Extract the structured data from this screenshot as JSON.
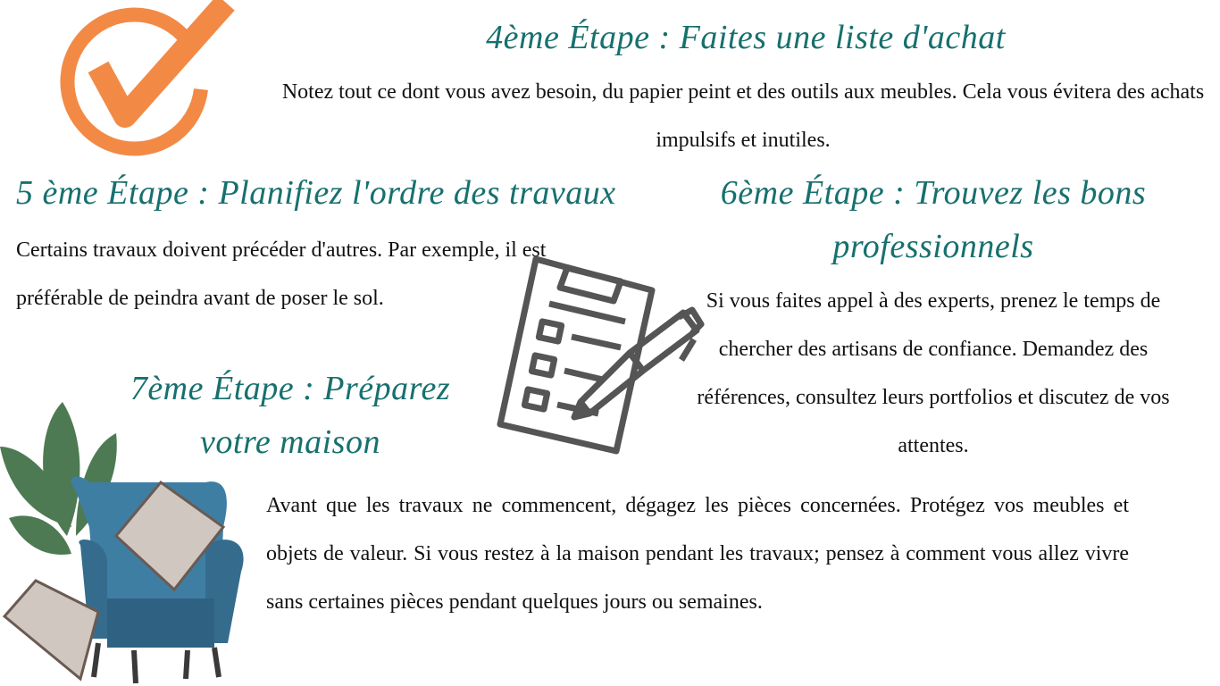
{
  "step4": {
    "title": "4ème Étape : Faites une liste d'achat",
    "text": "Notez tout ce dont vous avez besoin, du papier peint et des outils aux meubles. Cela vous évitera des achats impulsifs et inutiles."
  },
  "step5": {
    "title": "5 ème Étape : Planifiez l'ordre des travaux",
    "text": "Certains travaux doivent précéder d'autres. Par exemple, il est préférable de peindra avant de poser le sol."
  },
  "step6": {
    "title": "6ème Étape : Trouvez les bons professionnels",
    "text": "Si vous faites appel à des experts, prenez le temps de chercher des artisans de confiance. Demandez des références, consultez leurs portfolios et discutez de vos attentes."
  },
  "step7": {
    "title": "7ème Étape : Préparez votre maison",
    "text": "Avant que les travaux ne commencent, dégagez les pièces concernées. Protégez vos meubles et objets de valeur. Si vous restez à la maison pendant les travaux; pensez à comment vous allez vivre sans certaines pièces pendant quelques jours ou semaines."
  },
  "colors": {
    "heading": "#17706e",
    "check": "#f28a45",
    "icon": "#555555"
  }
}
